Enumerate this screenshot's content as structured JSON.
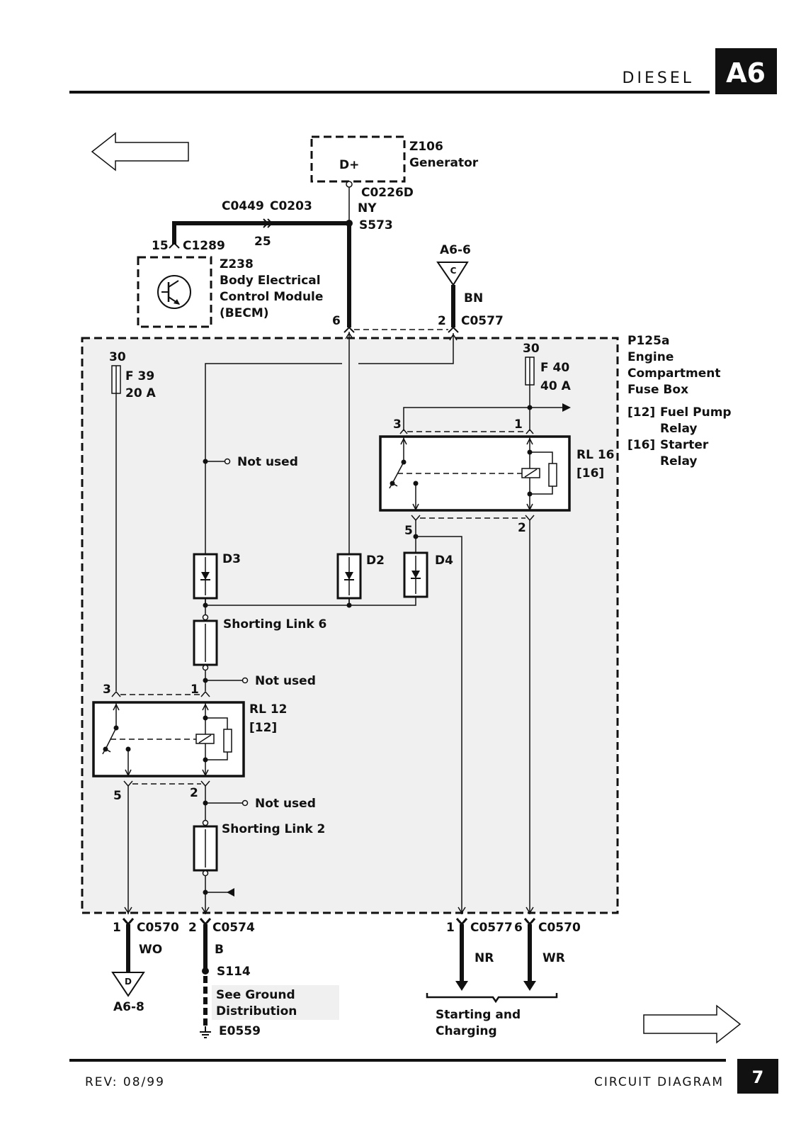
{
  "header": {
    "section": "DIESEL",
    "tag": "A6"
  },
  "footer": {
    "rev": "REV: 08/99",
    "title": "CIRCUIT DIAGRAM",
    "page": "7"
  },
  "generator": {
    "id": "Z106",
    "name": "Generator",
    "terminal": "D+",
    "connector": "C0226D",
    "wire": "NY",
    "splice": "S573"
  },
  "becm": {
    "id": "Z238",
    "line1": "Body Electrical",
    "line2": "Control Module",
    "line3": "(BECM)",
    "pin": "15",
    "connector": "C1289"
  },
  "link": {
    "c1": "C0449",
    "c2": "C0203",
    "pin": "25"
  },
  "a66": {
    "ref": "A6-6",
    "letter": "C",
    "wire": "BN"
  },
  "c0577_top": {
    "pin6": "6",
    "pin2": "2",
    "connector": "C0577"
  },
  "fusebox": {
    "id": "P125a",
    "line1": "Engine",
    "line2": "Compartment",
    "line3": "Fuse Box",
    "legend": [
      {
        "code": "[12]",
        "l1": "Fuel Pump",
        "l2": "Relay"
      },
      {
        "code": "[16]",
        "l1": "Starter",
        "l2": "Relay"
      }
    ]
  },
  "f39": {
    "pin": "30",
    "name": "F 39",
    "rating": "20 A"
  },
  "f40": {
    "pin": "30",
    "name": "F 40",
    "rating": "40 A"
  },
  "rl16": {
    "name": "RL 16",
    "code": "[16]",
    "p3": "3",
    "p1": "1",
    "p5": "5",
    "p2": "2"
  },
  "rl12": {
    "name": "RL 12",
    "code": "[12]",
    "p3": "3",
    "p1": "1",
    "p5": "5",
    "p2": "2"
  },
  "not_used": "Not used",
  "diodes": {
    "d3": "D3",
    "d2": "D2",
    "d4": "D4"
  },
  "shorting": {
    "link6": "Shorting Link 6",
    "link2": "Shorting Link 2"
  },
  "bottom": {
    "c0570a": {
      "pin": "1",
      "connector": "C0570",
      "wire": "WO",
      "letter": "D",
      "ref": "A6-8"
    },
    "c0574": {
      "pin": "2",
      "connector": "C0574",
      "wire": "B",
      "splice": "S114",
      "note1": "See Ground",
      "note2": "Distribution",
      "ground": "E0559"
    },
    "c0577": {
      "pin": "1",
      "connector": "C0577",
      "wire": "NR"
    },
    "c0570b": {
      "pin": "6",
      "connector": "C0570",
      "wire": "WR"
    },
    "group": {
      "l1": "Starting and",
      "l2": "Charging"
    }
  }
}
